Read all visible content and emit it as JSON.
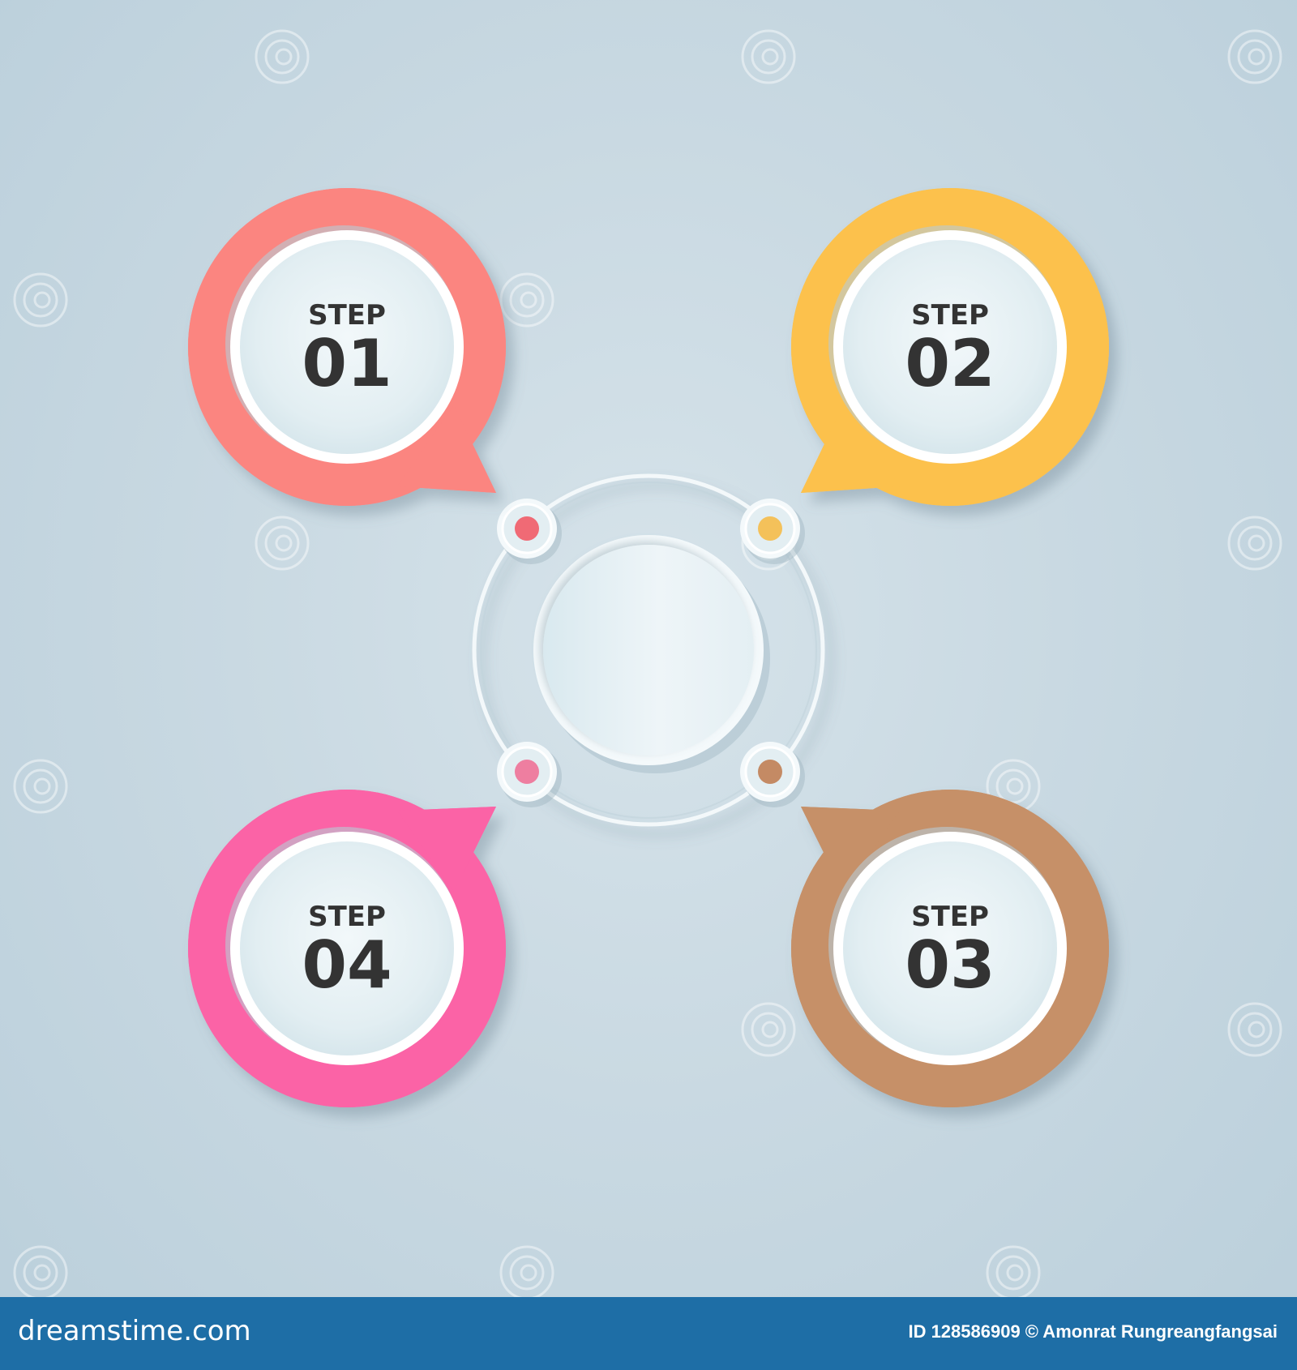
{
  "colors": {
    "background": "#c9d9e2",
    "step_01": "#fb8580",
    "step_02": "#fcc14c",
    "step_03": "#c69068",
    "step_04": "#fb63a6",
    "inner_disc": "#e6f1f5",
    "hub": "#e2eef3",
    "footer": "#1e6ea6"
  },
  "steps": [
    {
      "word": "STEP",
      "number": "01",
      "color_key": "step_01"
    },
    {
      "word": "STEP",
      "number": "02",
      "color_key": "step_02"
    },
    {
      "word": "STEP",
      "number": "03",
      "color_key": "step_03"
    },
    {
      "word": "STEP",
      "number": "04",
      "color_key": "step_04"
    }
  ],
  "connectors": [
    {
      "dot_color": "#f06a75"
    },
    {
      "dot_color": "#f4c15a"
    },
    {
      "dot_color": "#c48a64"
    },
    {
      "dot_color": "#ee7ea0"
    }
  ],
  "watermark": {
    "icon": "spiral-watermark-icon"
  },
  "footer": {
    "brand": "dreamstime.com",
    "credit": "ID 128586909 © Amonrat Rungreangfangsai"
  }
}
